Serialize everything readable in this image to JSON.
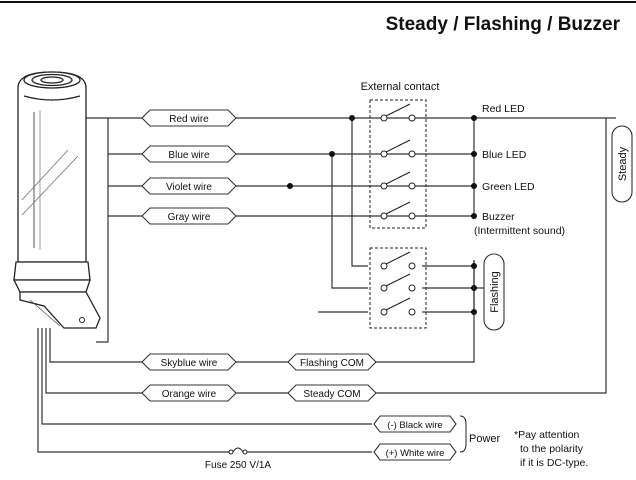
{
  "header": {
    "title": "Steady / Flashing / Buzzer"
  },
  "external_contact_label": "External contact",
  "wire_labels": {
    "red": "Red wire",
    "blue": "Blue wire",
    "violet": "Violet wire",
    "gray": "Gray wire",
    "skyblue": "Skyblue wire",
    "orange": "Orange wire"
  },
  "outputs": {
    "red_led": "Red LED",
    "blue_led": "Blue LED",
    "green_led": "Green LED",
    "buzzer": "Buzzer",
    "buzzer_note": "(Intermittent sound)"
  },
  "modes": {
    "steady": "Steady",
    "flashing": "Flashing"
  },
  "commons": {
    "flashing_com": "Flashing COM",
    "steady_com": "Steady COM"
  },
  "power": {
    "black_wire": "(-) Black wire",
    "white_wire": "(+) White wire",
    "label": "Power",
    "fuse": "Fuse 250 V/1A",
    "note_lines": [
      "*Pay attention",
      "to the polarity",
      "if it is DC-type."
    ]
  },
  "colors": {
    "line": "#333333",
    "text": "#111111",
    "background": "#ffffff"
  }
}
